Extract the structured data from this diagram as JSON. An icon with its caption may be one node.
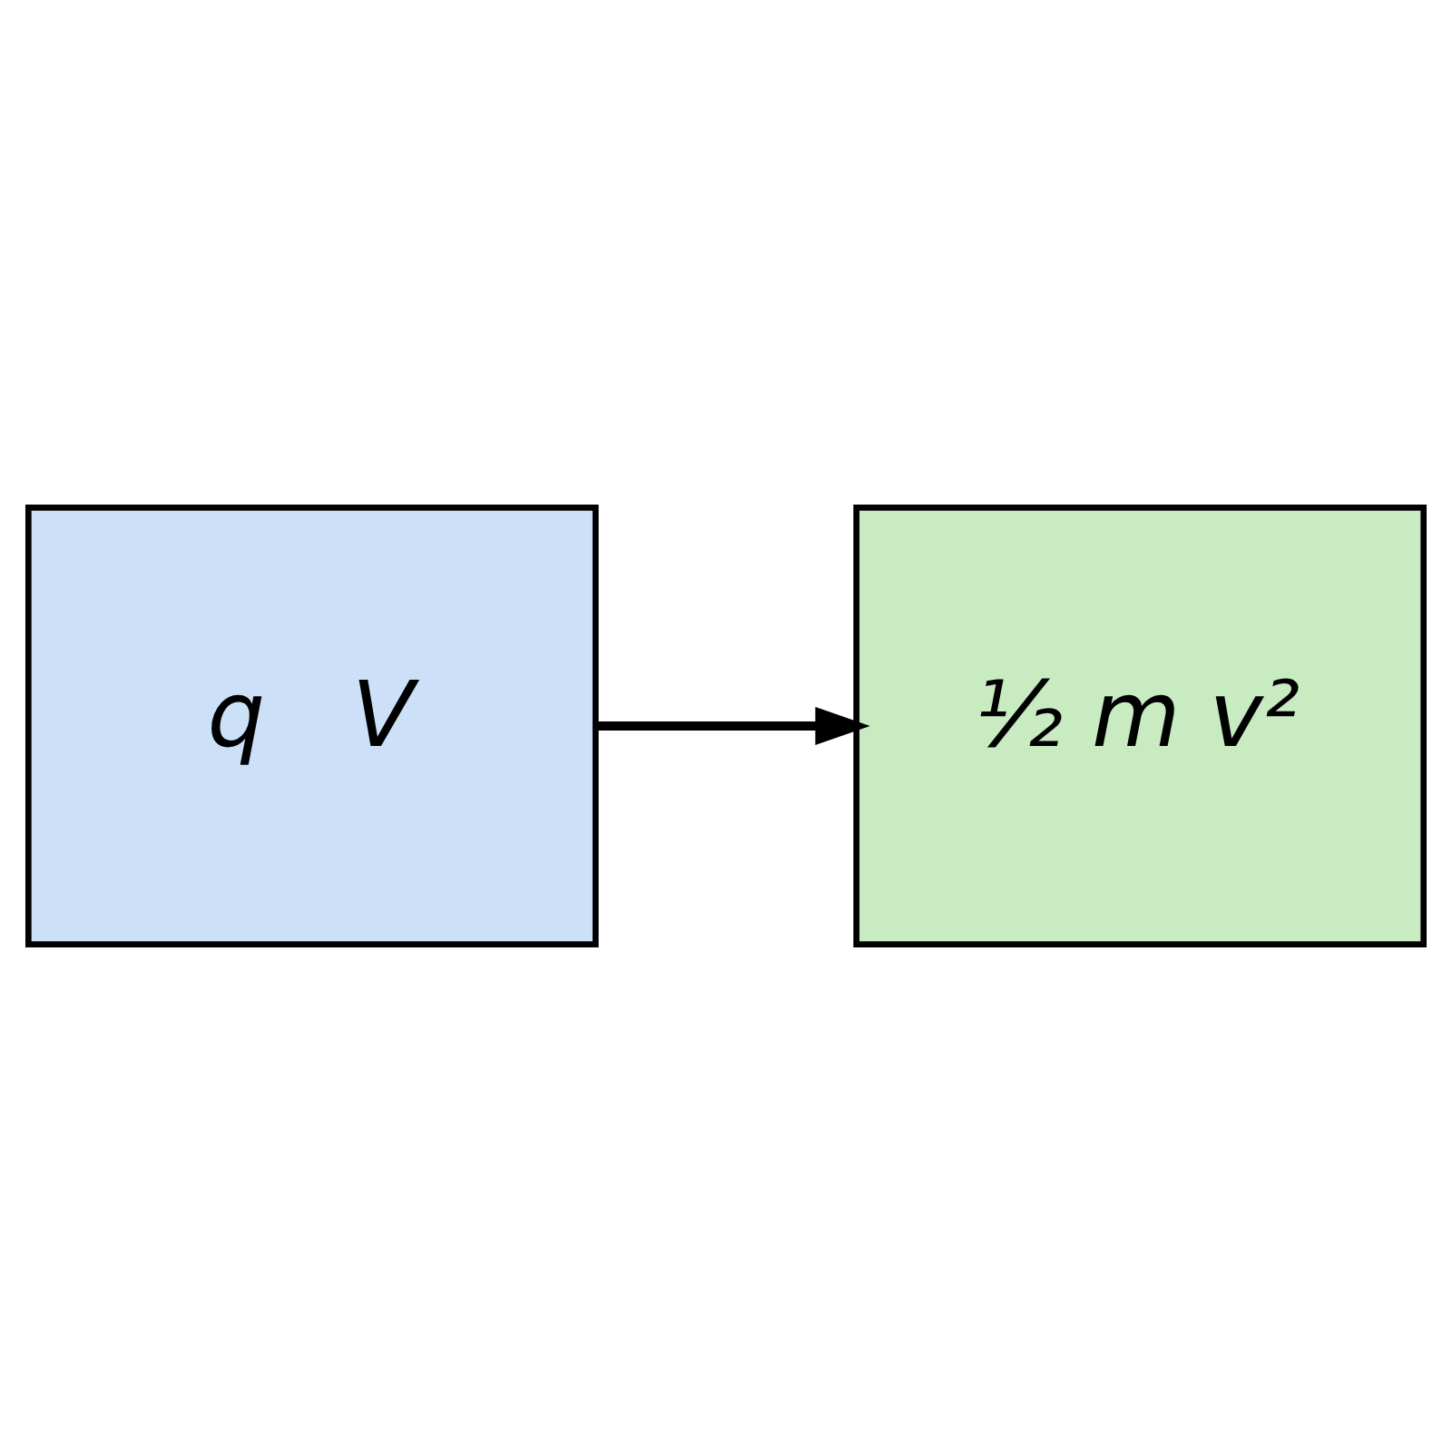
{
  "diagram": {
    "nodes": [
      {
        "text": [
          "q   V"
        ]
      },
      {
        "text": [
          "½ m v²"
        ]
      }
    ],
    "edges": [
      {
        "from": 0,
        "to": 1,
        "arrow": "to"
      }
    ]
  }
}
